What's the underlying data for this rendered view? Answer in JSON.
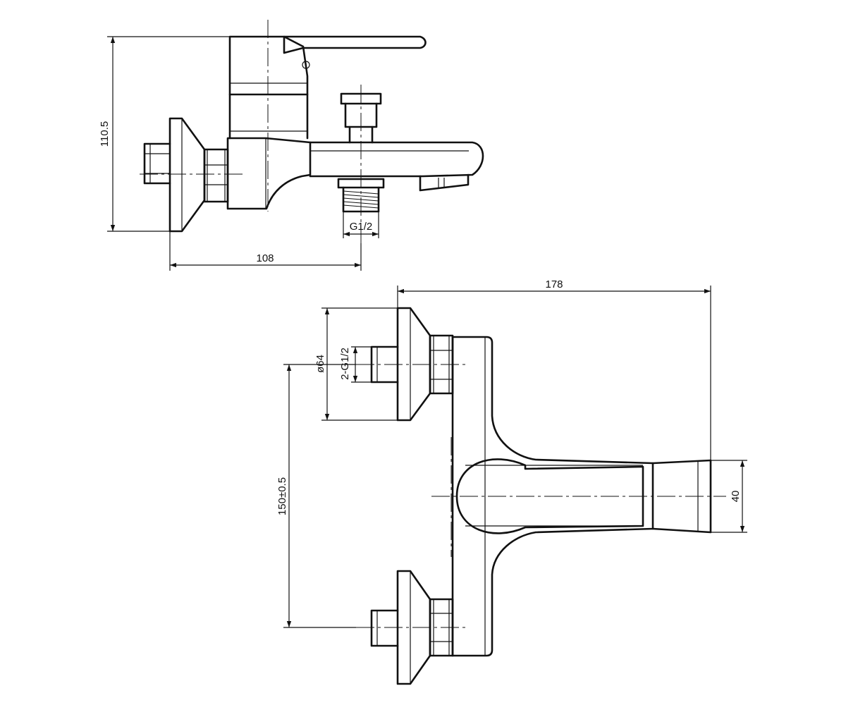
{
  "side_view": {
    "dim_height": "110.5",
    "dim_depth": "108",
    "thread_label": "G1/2"
  },
  "top_view": {
    "dim_length": "178",
    "dim_flange": "ø64",
    "dim_inlet_thread": "2-G1/2",
    "dim_inlet_spacing": "150±0.5",
    "dim_spout_width": "40"
  },
  "colors": {
    "line": "#111111",
    "background": "#ffffff"
  }
}
